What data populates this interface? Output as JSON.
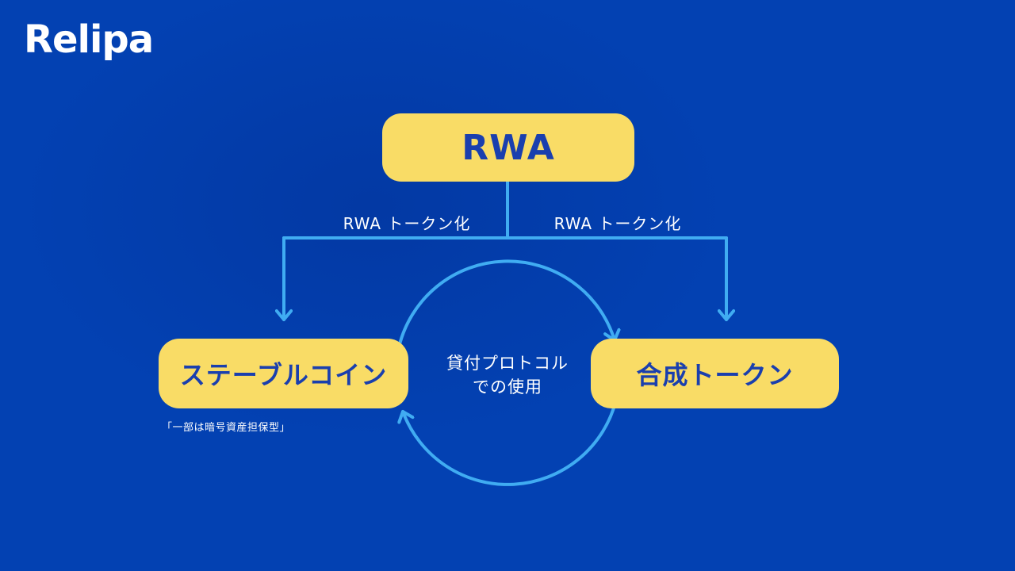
{
  "colors": {
    "background": "#0341b2",
    "node_fill": "#f9dc66",
    "node_text": "#1a3fae",
    "connector": "#40acf2",
    "text": "#ffffff"
  },
  "brand": {
    "logo": "Relipa"
  },
  "nodes": {
    "rwa": {
      "label": "RWA"
    },
    "stablecoin": {
      "label": "ステーブルコイン",
      "caption": "「一部は暗号資産担保型」"
    },
    "synthetic": {
      "label": "合成トークン"
    }
  },
  "edges": {
    "left_label": "RWA トークン化",
    "right_label": "RWA トークン化"
  },
  "cycle": {
    "line1": "貸付プロトコル",
    "line2": "での使用"
  }
}
